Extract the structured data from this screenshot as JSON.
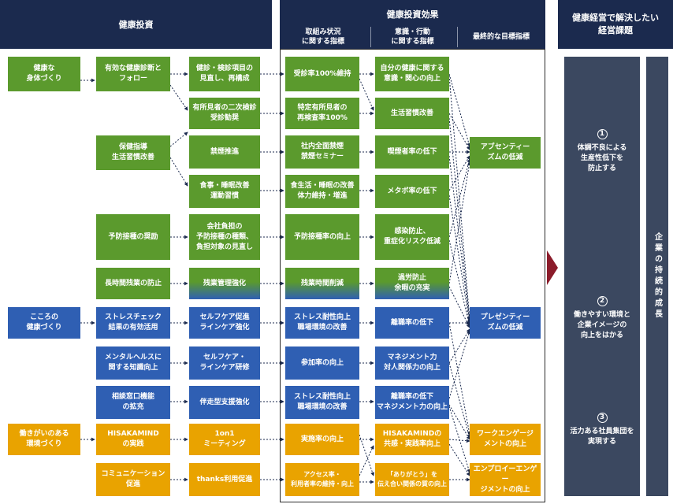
{
  "header": {
    "left": "健康投資",
    "middle": "健康投資効果",
    "middle_cols": [
      "取組み状況\nに関する指標",
      "意識・行動\nに関する指標",
      "最終的な目標指標"
    ],
    "right": "健康経営で解決したい\n経営課題"
  },
  "categories": [
    "健康な\n身体づくり",
    "こころの\n健康づくり",
    "働きがいのある\n環境づくり"
  ],
  "policies": [
    "有効な健康診断と\nフォロー",
    "保健指導\n生活習慣改善",
    "予防接種の奨励",
    "長時間残業の防止",
    "ストレスチェック\n結果の有効活用",
    "メンタルヘルスに\n関する知識向上",
    "相談窓口機能\nの拡充",
    "HISAKAMIND\nの実践",
    "コミュニケーション\n促進"
  ],
  "measures": [
    "健診・検診項目の\n見直し、再構成",
    "有所見者の二次検診\n受診勧奨",
    "禁煙推進",
    "食事・睡眠改善\n運動習慣",
    "会社負担の\n予防接種の種類、\n負担対象の見直し",
    "残業管理強化",
    "セルフケア促進\nラインケア強化",
    "セルフケア・\nラインケア研修",
    "伴走型支援強化",
    "1on1\nミーティング",
    "thanks利用促進"
  ],
  "activity_indicators": [
    "受診率100%維持",
    "特定有所見者の\n再検査率100%",
    "社内全面禁煙\n禁煙セミナー",
    "食生活・睡眠の改善\n体力維持・増進",
    "予防接種率の向上",
    "残業時間削減",
    "ストレス耐性向上\n職場環境の改善",
    "参加率の向上",
    "ストレス耐性向上\n職場環境の改善",
    "実施率の向上",
    "アクセス率・\n利用者率の維持・向上"
  ],
  "awareness_indicators": [
    "自分の健康に関する\n意識・関心の向上",
    "生活習慣改善",
    "喫煙者率の低下",
    "メタボ率の低下",
    "感染防止、\n重症化リスク低減",
    "過労防止\n余暇の充実",
    "離職率の低下",
    "マネジメント力\n対人関係力の向上",
    "離職率の低下\nマネジメント力の向上",
    "HISAKAMINDの\n共感・実践率向上",
    "「ありがとう」を\n伝え合い関係の質の向上"
  ],
  "final_indicators": [
    "アブセンティー\nズムの低減",
    "プレゼンティー\nズムの低減",
    "ワークエンゲージ\nメントの向上",
    "エンプロイーエンゲー\nジメントの向上"
  ],
  "issues": [
    {
      "num": "1",
      "text": "体調不良による\n生産性低下を\n防止する"
    },
    {
      "num": "2",
      "text": "働きやすい環境と\n企業イメージの\n向上をはかる"
    },
    {
      "num": "3",
      "text": "活力ある社員集団を\n実現する"
    }
  ],
  "goal": "企業の持続的成長",
  "colors": {
    "navy": "#1b2a4e",
    "green": "#5b9a2d",
    "blue": "#2f5fb3",
    "yellow": "#e9a300",
    "slate": "#3b4860",
    "arrow": "#8b1c2b"
  }
}
